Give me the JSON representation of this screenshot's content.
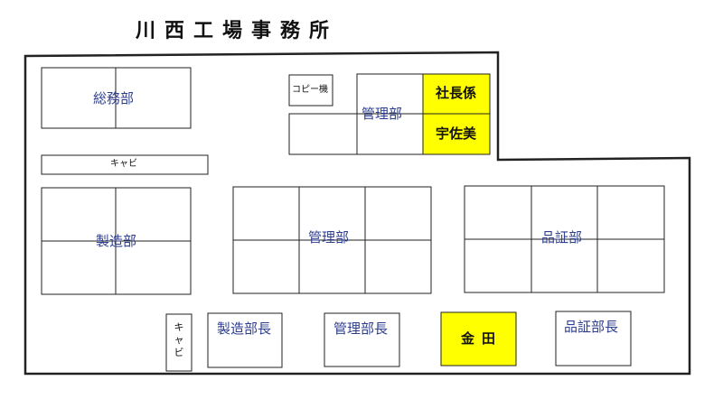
{
  "title": "川西工場事務所",
  "rooms": {
    "soumu": "総務部",
    "copier": "コピー機",
    "kanri_top": "管理部",
    "shacho": "社長係",
    "usami": "宇佐美",
    "cabinet_h": "キャビ",
    "seizo": "製造部",
    "kanri_mid": "管理部",
    "hinsho": "品証部",
    "cabinet_v": "キャビ",
    "seizo_bucho": "製造部長",
    "kanri_bucho": "管理部長",
    "kaneda": "金田",
    "hinsho_bucho": "品証部長"
  },
  "colors": {
    "highlight": "#ffff00",
    "line": "#222222",
    "label": "#2f3f8f"
  }
}
